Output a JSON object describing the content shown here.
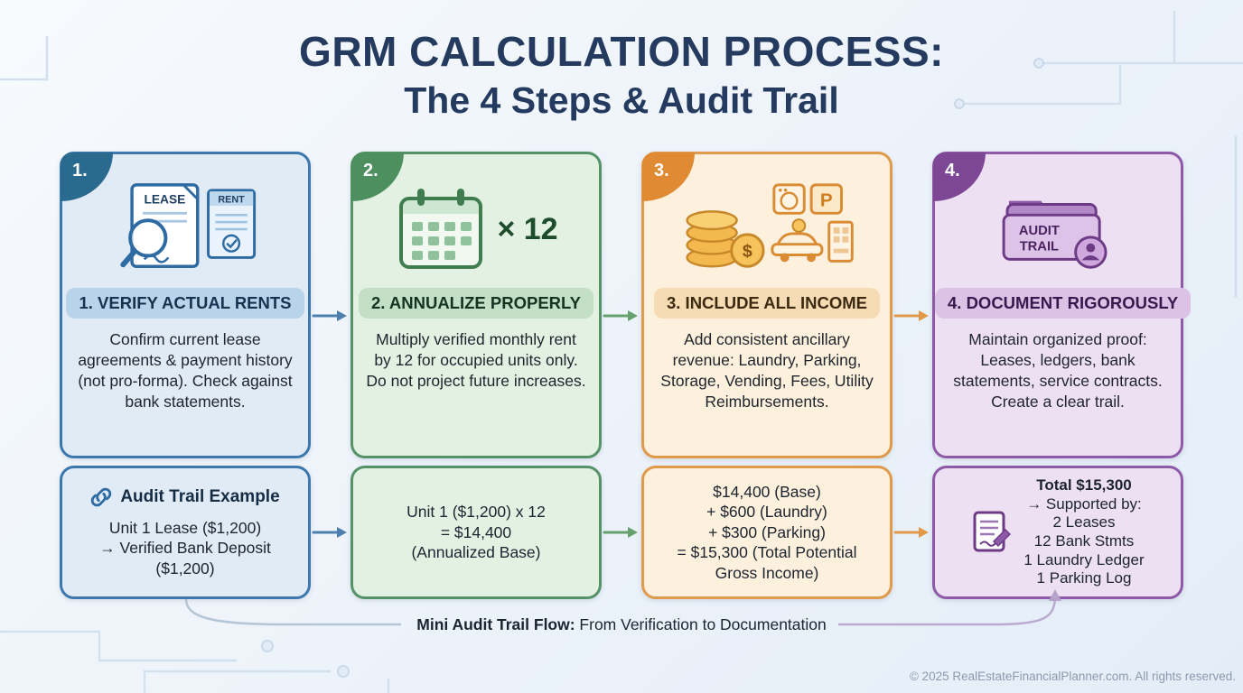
{
  "page": {
    "title_line1": "GRM CALCULATION PROCESS:",
    "title_line2": "The 4 Steps & Audit Trail",
    "flow_caption_bold": "Mini Audit Trail Flow:",
    "flow_caption_text": " From Verification to Documentation",
    "footer": "© 2025 RealEstateFinancialPlanner.com. All rights reserved."
  },
  "colors": {
    "title": "#243a5e",
    "body_text": "#20262e",
    "background": "#edf3fa"
  },
  "steps": [
    {
      "number": "1.",
      "heading": "1. VERIFY ACTUAL RENTS",
      "body": "Confirm current lease agreements & payment history (not pro-forma). Check against bank statements.",
      "icon": "lease-documents-magnifier-icon",
      "icon_labels": {
        "doc1": "LEASE",
        "doc2": "RENT"
      },
      "colors": {
        "border": "#3c78ad",
        "bg": "#e0ebf6",
        "pill": "#b9d3ea",
        "badge": "#2a6a8f",
        "heading": "#16324f",
        "arrow": "#4d7fae"
      },
      "example": {
        "title": "Audit Trail Example",
        "lines": [
          "Unit 1 Lease ($1,200)",
          "→ Verified Bank Deposit",
          "($1,200)"
        ]
      }
    },
    {
      "number": "2.",
      "heading": "2. ANNUALIZE PROPERLY",
      "body": "Multiply verified monthly rent by 12 for occupied units only. Do not project future increases.",
      "icon": "calendar-icon",
      "icon_caption": "× 12",
      "colors": {
        "border": "#569267",
        "bg": "#e3f1e3",
        "pill": "#c3e0c6",
        "badge": "#4e8f60",
        "heading": "#143422",
        "arrow": "#66a06e"
      },
      "example": {
        "lines": [
          "Unit 1 ($1,200) x 12",
          "= $14,400",
          "(Annualized Base)"
        ]
      }
    },
    {
      "number": "3.",
      "heading": "3. INCLUDE ALL INCOME",
      "body": "Add consistent ancillary revenue: Laundry, Parking, Storage, Vending, Fees, Utility Reimbursements.",
      "icon": "income-sources-icons",
      "icon_labels": {
        "dollar": "$",
        "parking": "P"
      },
      "colors": {
        "border": "#df9a4b",
        "bg": "#fdf0dc",
        "pill": "#f6dcb4",
        "badge": "#e08b33",
        "heading": "#3c2a10",
        "arrow": "#e09a4a"
      },
      "example": {
        "lines": [
          "$14,400 (Base)",
          "+ $600 (Laundry)",
          "+ $300 (Parking)",
          "= $15,300 (Total Potential",
          "Gross Income)"
        ]
      }
    },
    {
      "number": "4.",
      "heading": "4. DOCUMENT RIGOROUSLY",
      "body": "Maintain organized proof: Leases, ledgers, bank statements, service contracts. Create a clear trail.",
      "icon": "audit-trail-folder-icon",
      "icon_labels": {
        "line1": "AUDIT",
        "line2": "TRAIL"
      },
      "colors": {
        "border": "#8e5aa8",
        "bg": "#eee0f3",
        "pill": "#dcc3e6",
        "badge": "#7d4796",
        "heading": "#39184d",
        "arrow": "#a07fb8"
      },
      "example": {
        "title": "Total $15,300",
        "lines": [
          "→ Supported by:",
          "2 Leases",
          "12 Bank Stmts",
          "1 Laundry Ledger",
          "1 Parking Log"
        ]
      }
    }
  ]
}
